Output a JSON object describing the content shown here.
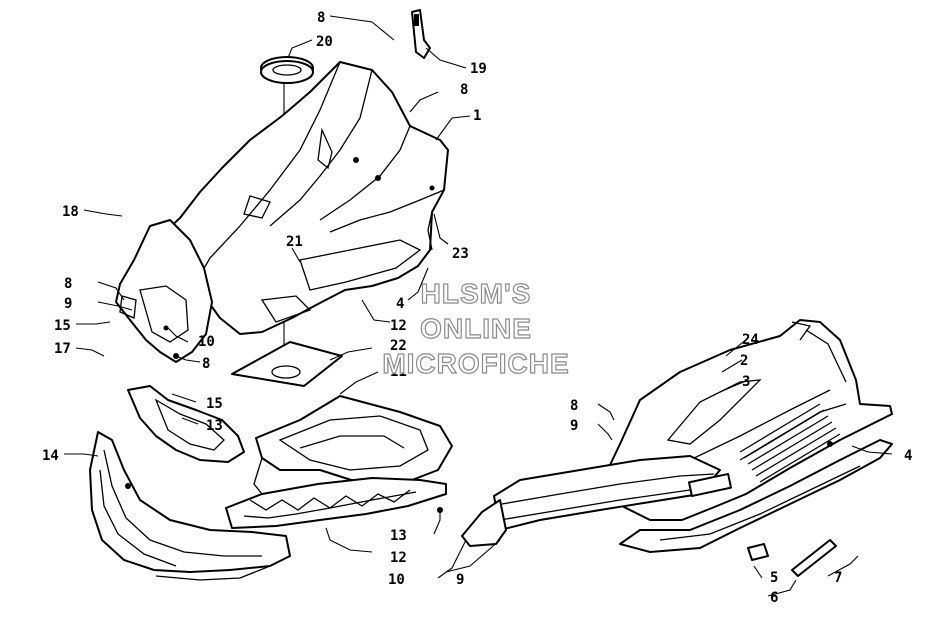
{
  "watermark": {
    "lines": [
      "HLSM'S",
      "ONLINE",
      "MICROFICHE"
    ]
  },
  "callouts": [
    {
      "id": "c8a",
      "text": "8"
    },
    {
      "id": "c20",
      "text": "20"
    },
    {
      "id": "c19",
      "text": "19"
    },
    {
      "id": "c8b",
      "text": "8"
    },
    {
      "id": "c1",
      "text": "1"
    },
    {
      "id": "c18",
      "text": "18"
    },
    {
      "id": "c21",
      "text": "21"
    },
    {
      "id": "c23",
      "text": "23"
    },
    {
      "id": "c8c",
      "text": "8"
    },
    {
      "id": "c9a",
      "text": "9"
    },
    {
      "id": "c4a",
      "text": "4"
    },
    {
      "id": "c15a",
      "text": "15"
    },
    {
      "id": "c12a",
      "text": "12"
    },
    {
      "id": "c10a",
      "text": "10"
    },
    {
      "id": "c17",
      "text": "17"
    },
    {
      "id": "c8d",
      "text": "8"
    },
    {
      "id": "c22",
      "text": "22"
    },
    {
      "id": "c11",
      "text": "11"
    },
    {
      "id": "c24",
      "text": "24"
    },
    {
      "id": "c2",
      "text": "2"
    },
    {
      "id": "c3",
      "text": "3"
    },
    {
      "id": "c15b",
      "text": "15"
    },
    {
      "id": "c13a",
      "text": "13"
    },
    {
      "id": "c8e",
      "text": "8"
    },
    {
      "id": "c9b",
      "text": "9"
    },
    {
      "id": "c14",
      "text": "14"
    },
    {
      "id": "c4b",
      "text": "4"
    },
    {
      "id": "c13b",
      "text": "13"
    },
    {
      "id": "c12b",
      "text": "12"
    },
    {
      "id": "c10b",
      "text": "10"
    },
    {
      "id": "c9c",
      "text": "9"
    },
    {
      "id": "c5",
      "text": "5"
    },
    {
      "id": "c6",
      "text": "6"
    },
    {
      "id": "c7",
      "text": "7"
    }
  ]
}
